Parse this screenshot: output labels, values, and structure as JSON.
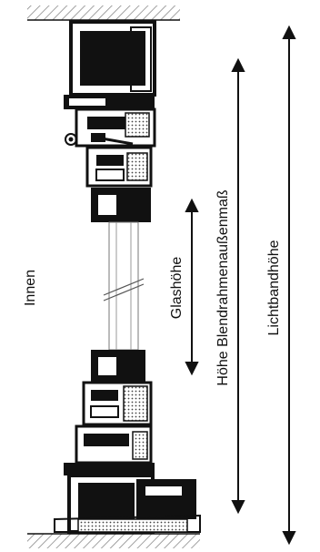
{
  "labels": {
    "inside": "Innen",
    "glass_height": "Glashöhe",
    "frame_outer_height": "Höhe Blendrahmenaußenmaß",
    "band_height": "Lichtbandhöhe"
  },
  "colors": {
    "ink": "#111111",
    "paper": "#ffffff",
    "hatch": "#8a8a8a"
  }
}
